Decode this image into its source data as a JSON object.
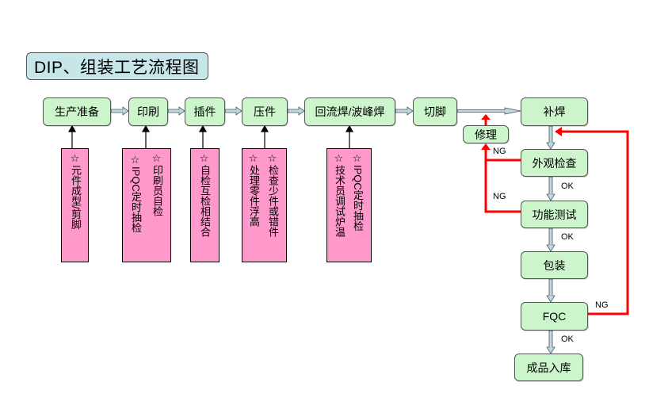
{
  "title": "DIP、组装工艺流程图",
  "main_flow": [
    "生产准备",
    "印刷",
    "插件",
    "压件",
    "回流焊/波峰焊",
    "切脚",
    "补焊"
  ],
  "repair": "修理",
  "inspection_flow": [
    "外观检查",
    "功能测试",
    "包装",
    "FQC",
    "成品入库"
  ],
  "notes": {
    "prep": [
      "☆元件成型/剪脚"
    ],
    "print": [
      "☆印刷员自检",
      "☆IPQC定时抽检"
    ],
    "insert": [
      "☆自检互检相结合"
    ],
    "press": [
      "☆检查少件或错件",
      "☆处理零件浮高"
    ],
    "solder": [
      "☆IPQC定时抽检",
      "☆技术员调试炉温"
    ]
  },
  "flow_labels": {
    "visual_ng": "NG",
    "visual_ok": "OK",
    "function_ng": "NG",
    "function_ok": "OK",
    "fqc_ng": "NG",
    "fqc_ok": "OK"
  },
  "colors": {
    "process_box": "#ccf5cc",
    "note_box": "#ff99cc",
    "title_box": "#c7e6e8",
    "ng_line": "#ff0000",
    "flow_arrow": "#b9d9e3"
  }
}
